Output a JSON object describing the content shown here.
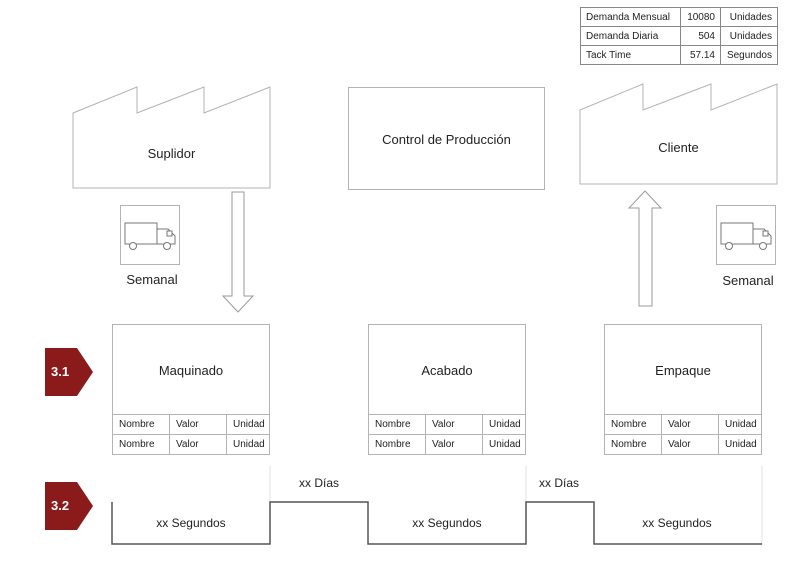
{
  "demand_table": {
    "rows": [
      {
        "name": "Demanda Mensual",
        "value": "10080",
        "unit": "Unidades"
      },
      {
        "name": "Demanda Diaria",
        "value": "504",
        "unit": "Unidades"
      },
      {
        "name": "Tack Time",
        "value": "57.14",
        "unit": "Segundos"
      }
    ]
  },
  "supplier": {
    "label": "Suplidor"
  },
  "production_control": {
    "label": "Control de Producción"
  },
  "customer": {
    "label": "Cliente"
  },
  "shipping": {
    "supplier_frequency": "Semanal",
    "customer_frequency": "Semanal"
  },
  "markers": {
    "first": "3.1",
    "second": "3.2"
  },
  "processes": [
    {
      "name": "Maquinado",
      "rows": [
        [
          "Nombre",
          "Valor",
          "Unidad"
        ],
        [
          "Nombre",
          "Valor",
          "Unidad"
        ]
      ]
    },
    {
      "name": "Acabado",
      "rows": [
        [
          "Nombre",
          "Valor",
          "Unidad"
        ],
        [
          "Nombre",
          "Valor",
          "Unidad"
        ]
      ]
    },
    {
      "name": "Empaque",
      "rows": [
        [
          "Nombre",
          "Valor",
          "Unidad"
        ],
        [
          "Nombre",
          "Valor",
          "Unidad"
        ]
      ]
    }
  ],
  "timeline": {
    "process_times": [
      "xx Segundos",
      "xx Segundos",
      "xx Segundos"
    ],
    "wait_times": [
      "xx Días",
      "xx Días"
    ]
  },
  "colors": {
    "marker": "#8b1a1a",
    "line": "#b3b3b3",
    "timeline": "#555555"
  }
}
